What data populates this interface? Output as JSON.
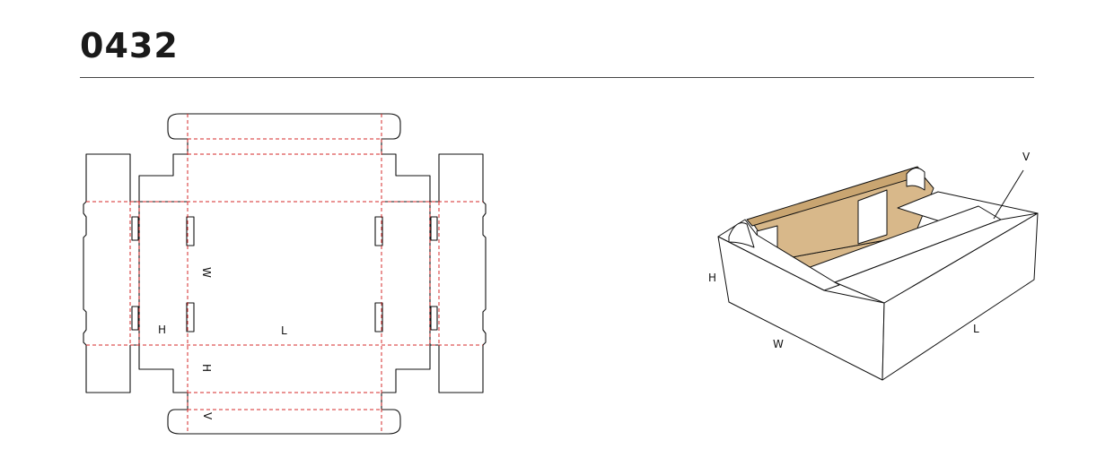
{
  "title": "0432",
  "colors": {
    "cut": "#111111",
    "fold": "#d42a2a",
    "kraft": "#d8b88a",
    "kraft_dark": "#c9a571"
  },
  "dieline": {
    "labels": {
      "h": "H",
      "l": "L",
      "w": "W",
      "h_flap": "H",
      "v": "V"
    }
  },
  "box_view": {
    "labels": {
      "h": "H",
      "w": "W",
      "l": "L",
      "v": "V"
    }
  }
}
